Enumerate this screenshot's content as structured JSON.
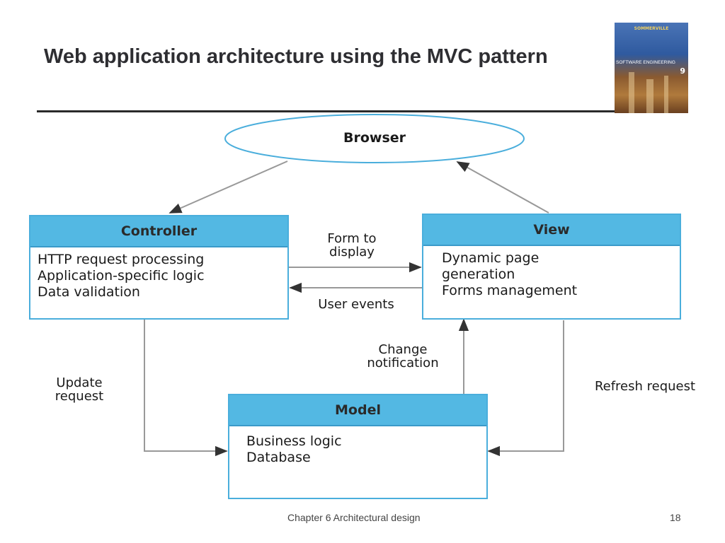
{
  "slide": {
    "title": "Web application architecture using the MVC pattern",
    "footer_center": "Chapter 6 Architectural design",
    "page_number": "18"
  },
  "book_cover": {
    "author": "SOMMERVILLE",
    "title": "SOFTWARE ENGINEERING",
    "edition": "9"
  },
  "diagram": {
    "browser": {
      "label": "Browser"
    },
    "controller": {
      "title": "Controller",
      "items": [
        "HTTP request processing",
        "Application-specific logic",
        "Data validation"
      ]
    },
    "view": {
      "title": "View",
      "items": [
        "Dynamic page",
        "generation",
        "Forms management"
      ]
    },
    "model": {
      "title": "Model",
      "items": [
        "Business logic",
        "Database"
      ]
    },
    "edge_labels": {
      "form_to_display": [
        "Form to",
        "display"
      ],
      "user_events": "User events",
      "change_notification": [
        "Change",
        "notification"
      ],
      "update_request": [
        "Update",
        "request"
      ],
      "refresh_request": "Refresh request"
    }
  }
}
